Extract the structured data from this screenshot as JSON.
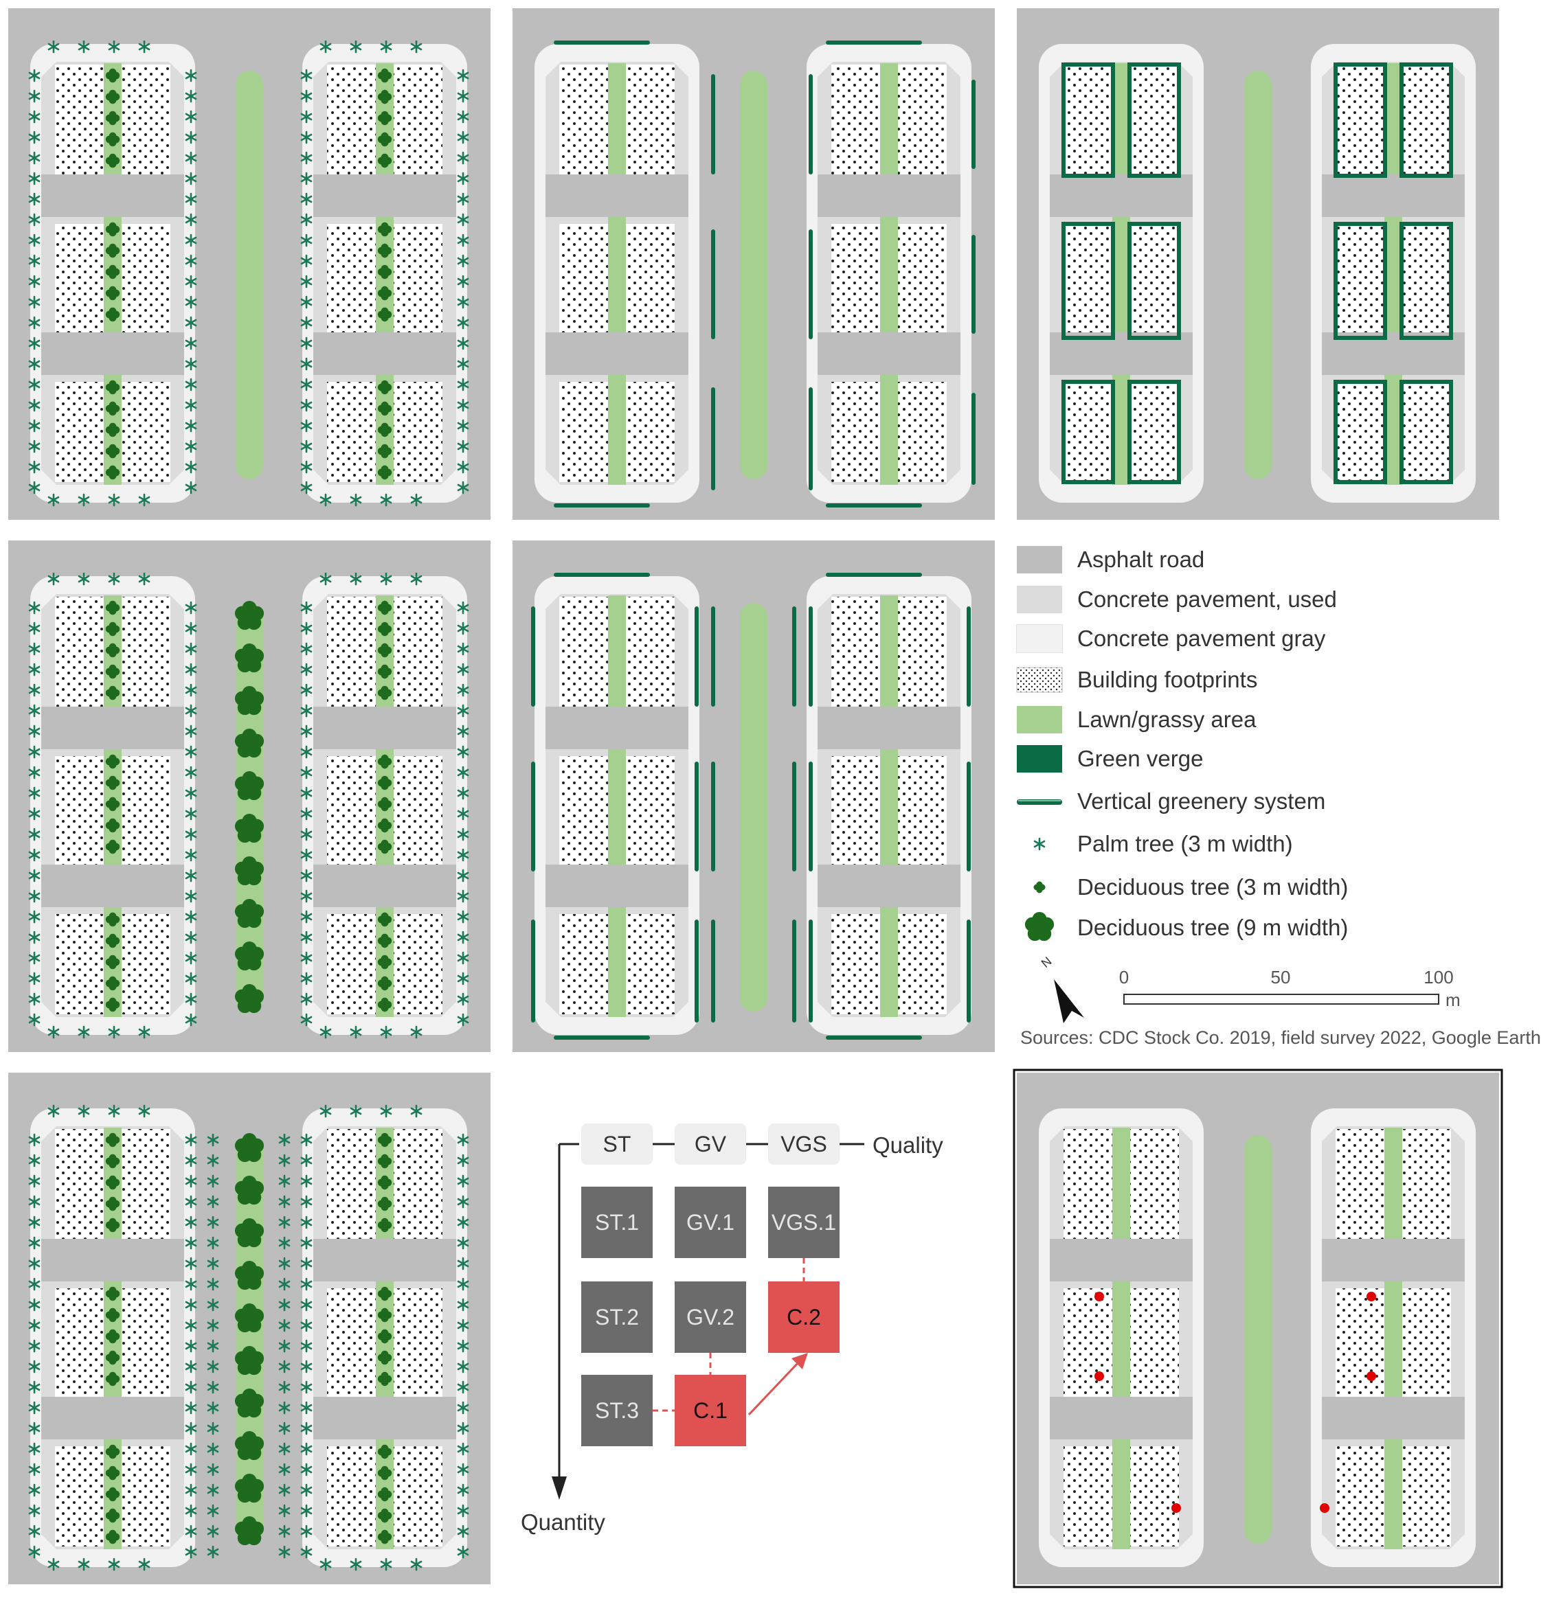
{
  "colors": {
    "road": "#bdbdbd",
    "pavement_used": "#dcdcdc",
    "pavement_gray": "#f2f2f2",
    "lawn": "#a6d08f",
    "verge": "#0b6b45",
    "tree": "#1e6b1e",
    "palm": "#1a7a55",
    "highlight": "#e05252",
    "box": "#6b6b6b",
    "point": "#e00000"
  },
  "legend": {
    "items": [
      {
        "key": "asphalt",
        "label": "Asphalt road"
      },
      {
        "key": "concrete_used",
        "label": "Concrete pavement, used"
      },
      {
        "key": "concrete_gray",
        "label": "Concrete pavement gray"
      },
      {
        "key": "buildings",
        "label": "Building footprints"
      },
      {
        "key": "lawn",
        "label": "Lawn/grassy area"
      },
      {
        "key": "verge",
        "label": "Green verge"
      },
      {
        "key": "vgs",
        "label": "Vertical greenery system"
      },
      {
        "key": "palm",
        "label": "Palm tree (3 m width)"
      },
      {
        "key": "decid3",
        "label": "Deciduous tree (3 m width)"
      },
      {
        "key": "decid9",
        "label": "Deciduous tree (9 m width)"
      }
    ],
    "north_label": "N",
    "scale": {
      "ticks": [
        "0",
        "50",
        "100"
      ],
      "unit": "m"
    },
    "sources": "Sources: CDC Stock Co. 2019, field survey 2022, Google Earth"
  },
  "scenario_diagram": {
    "headers": [
      "ST",
      "GV",
      "VGS"
    ],
    "quality_label": "Quality",
    "quantity_label": "Quantity",
    "boxes": [
      [
        "ST.1",
        "GV.1",
        "VGS.1"
      ],
      [
        "ST.2",
        "GV.2",
        "C.2"
      ],
      [
        "ST.3",
        "C.1",
        ""
      ]
    ]
  },
  "panels": [
    {
      "id": "st1",
      "features": [
        "palm-perimeter",
        "deciduous-3m-central"
      ]
    },
    {
      "id": "vgs1",
      "features": [
        "vgs-walls"
      ]
    },
    {
      "id": "gv1",
      "features": [
        "green-verge"
      ]
    },
    {
      "id": "st2",
      "features": [
        "palm-perimeter",
        "deciduous-3m-central",
        "deciduous-9m-median"
      ]
    },
    {
      "id": "vgs2",
      "features": [
        "vgs-walls-double"
      ]
    },
    {
      "id": "st3",
      "features": [
        "palm-perimeter-double",
        "deciduous-3m-central",
        "deciduous-9m-median"
      ]
    },
    {
      "id": "base",
      "features": [
        "measurement-points"
      ]
    }
  ]
}
